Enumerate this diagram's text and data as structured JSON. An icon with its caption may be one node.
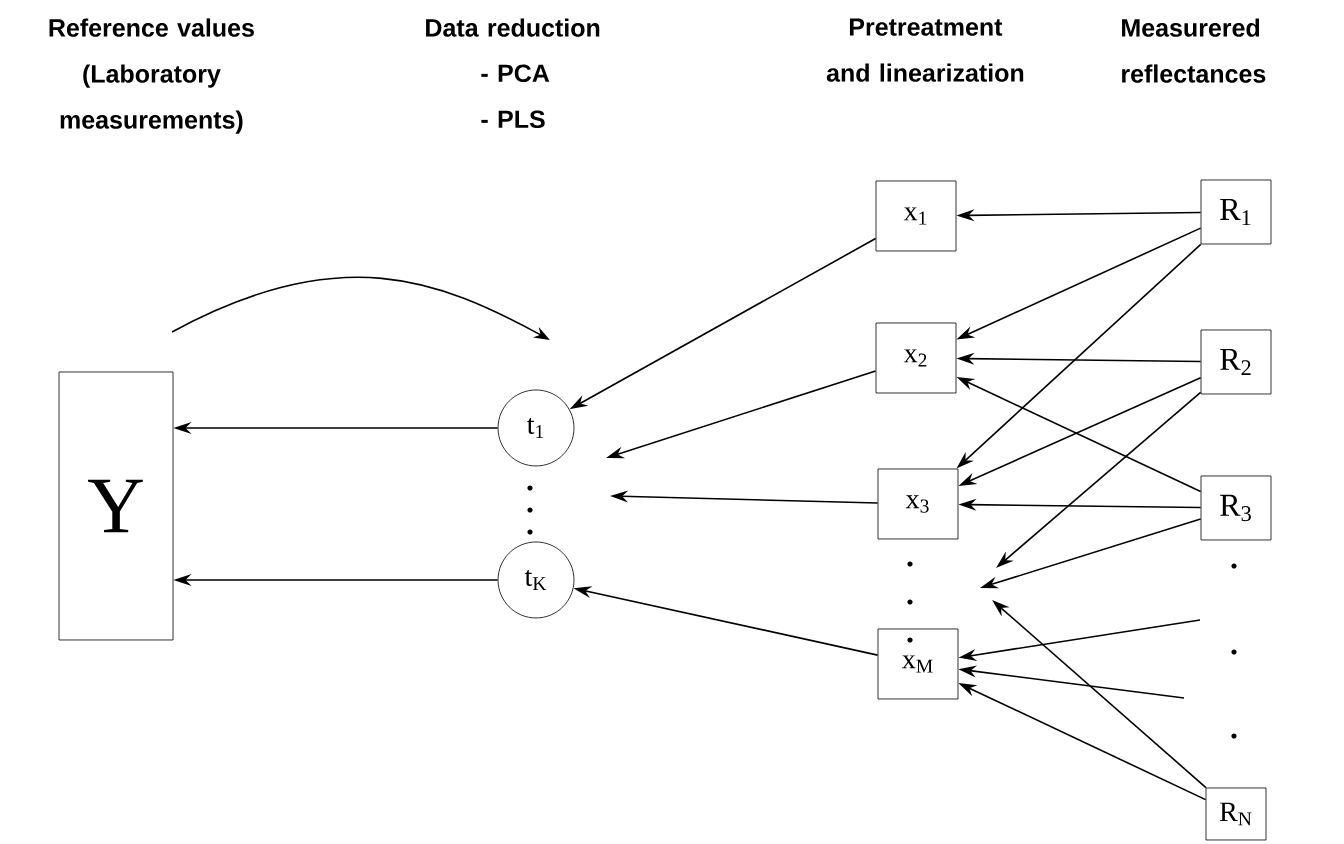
{
  "diagram": {
    "nodes": [
      {
        "text": [
          "Y"
        ]
      },
      {
        "text": [
          "t$_{1}$"
        ]
      },
      {
        "text": [
          "t$_{K}$"
        ]
      },
      {
        "text": [
          "x$_{1}$"
        ]
      },
      {
        "text": [
          "x$_{2}$"
        ]
      },
      {
        "text": [
          "x$_{3}$"
        ]
      },
      {
        "text": [
          "x$_{M}$"
        ]
      },
      {
        "text": [
          "R$_{1}$"
        ]
      },
      {
        "text": [
          "R$_{2}$"
        ]
      },
      {
        "text": [
          "R$_{3}$"
        ]
      },
      {
        "text": [
          "R$_{N}$"
        ]
      }
    ],
    "edges": [
      {
        "from": 1,
        "to": 0,
        "arrow": "to"
      },
      {
        "from": 2,
        "to": 0,
        "arrow": "to"
      },
      {
        "from": 3,
        "to": 1,
        "arrow": "to"
      },
      {
        "from": 4,
        "to": null,
        "arrow": "to"
      },
      {
        "from": 5,
        "to": null,
        "arrow": "to"
      },
      {
        "from": 6,
        "to": 2,
        "arrow": "to"
      },
      {
        "from": 7,
        "to": 3,
        "arrow": "to"
      },
      {
        "from": 7,
        "to": 4,
        "arrow": "to"
      },
      {
        "from": 7,
        "to": 5,
        "arrow": "to"
      },
      {
        "from": 8,
        "to": 4,
        "arrow": "to"
      },
      {
        "from": 8,
        "to": 5,
        "arrow": "to"
      },
      {
        "from": 8,
        "to": null,
        "arrow": "to"
      },
      {
        "from": 9,
        "to": 4,
        "arrow": "to"
      },
      {
        "from": 9,
        "to": 5,
        "arrow": "to"
      },
      {
        "from": 9,
        "to": null,
        "arrow": "to"
      },
      {
        "from": null,
        "to": 6,
        "arrow": "to"
      },
      {
        "from": null,
        "to": 6,
        "arrow": "to"
      },
      {
        "from": 10,
        "to": 6,
        "arrow": "to"
      },
      {
        "from": 10,
        "to": null,
        "arrow": "to"
      }
    ],
    "labels": [
      "Reference values (Laboratory measurements)",
      "Data reduction",
      "- PCA",
      "- PLS",
      "Pretreatment and linearization",
      "Measurered reflectances"
    ]
  }
}
